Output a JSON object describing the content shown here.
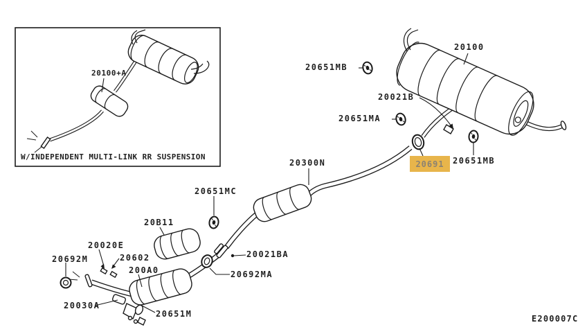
{
  "page": {
    "background": "#ffffff",
    "drawing_code": "E200007C"
  },
  "inset": {
    "part_label": "20100+A",
    "caption": "W/INDEPENDENT MULTI-LINK RR SUSPENSION"
  },
  "highlight": {
    "part_label": "20691",
    "color": "#E8B54B",
    "text_color": "#8B8272"
  },
  "part_labels": {
    "rear_muffler": "20100",
    "insulator_rear_upper": "20651MB",
    "mounting_rear": "20021B",
    "insulator_rear_mid": "20651MA",
    "insulator_rear_lower": "20651MB",
    "center_tube": "20300N",
    "insulator_center": "20651MC",
    "heat_insulator": "20B11",
    "mounting_front": "20020E",
    "catalytic_converter": "20602",
    "front_tube": "200A0",
    "ring_gasket_front": "20692M",
    "clamp_front": "20030A",
    "insulator_front": "20651M",
    "bolt_flange": "20021BA",
    "ring_gasket_center": "20692MA"
  }
}
